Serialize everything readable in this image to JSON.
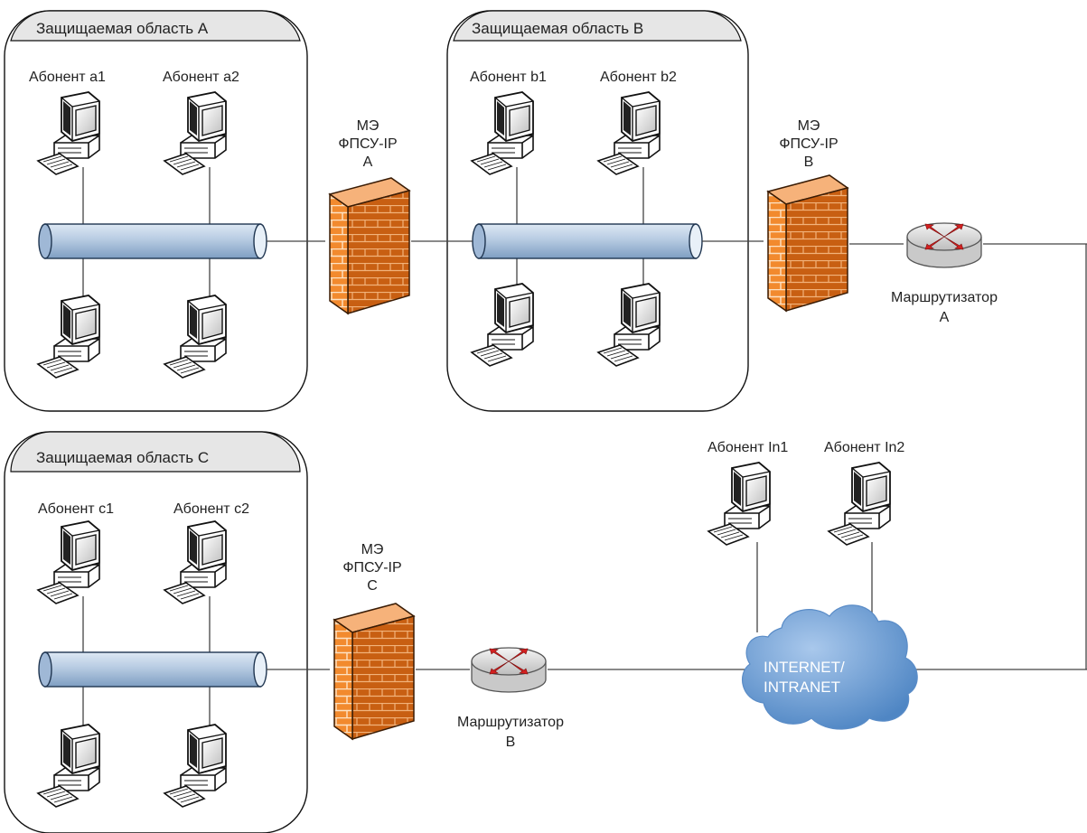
{
  "zones": {
    "a": {
      "title": "Защищаемая область A",
      "labels": [
        "Абонент a1",
        "Абонент a2"
      ]
    },
    "b": {
      "title": "Защищаемая область B",
      "labels": [
        "Абонент b1",
        "Абонент b2"
      ]
    },
    "c": {
      "title": "Защищаемая область C",
      "labels": [
        "Абонент c1",
        "Абонент c2"
      ]
    }
  },
  "firewalls": {
    "a": [
      "МЭ",
      "ФПСУ-IP",
      "A"
    ],
    "b": [
      "МЭ",
      "ФПСУ-IP",
      "B"
    ],
    "c": [
      "МЭ",
      "ФПСУ-IP",
      "C"
    ]
  },
  "routers": {
    "a": [
      "Маршрутизатор",
      "A"
    ],
    "b": [
      "Маршрутизатор",
      "B"
    ]
  },
  "internet": {
    "labels": [
      "Абонент In1",
      "Абонент In2"
    ],
    "cloud": [
      "INTERNET/",
      "INTRANET"
    ]
  },
  "colors": {
    "firewall_orange": "#f07a1e",
    "bus_blue": "#b9cde3",
    "cloud_blue": "#6fa0d6",
    "router_gray": "#e6e6e6",
    "arrow_red": "#d42020"
  }
}
